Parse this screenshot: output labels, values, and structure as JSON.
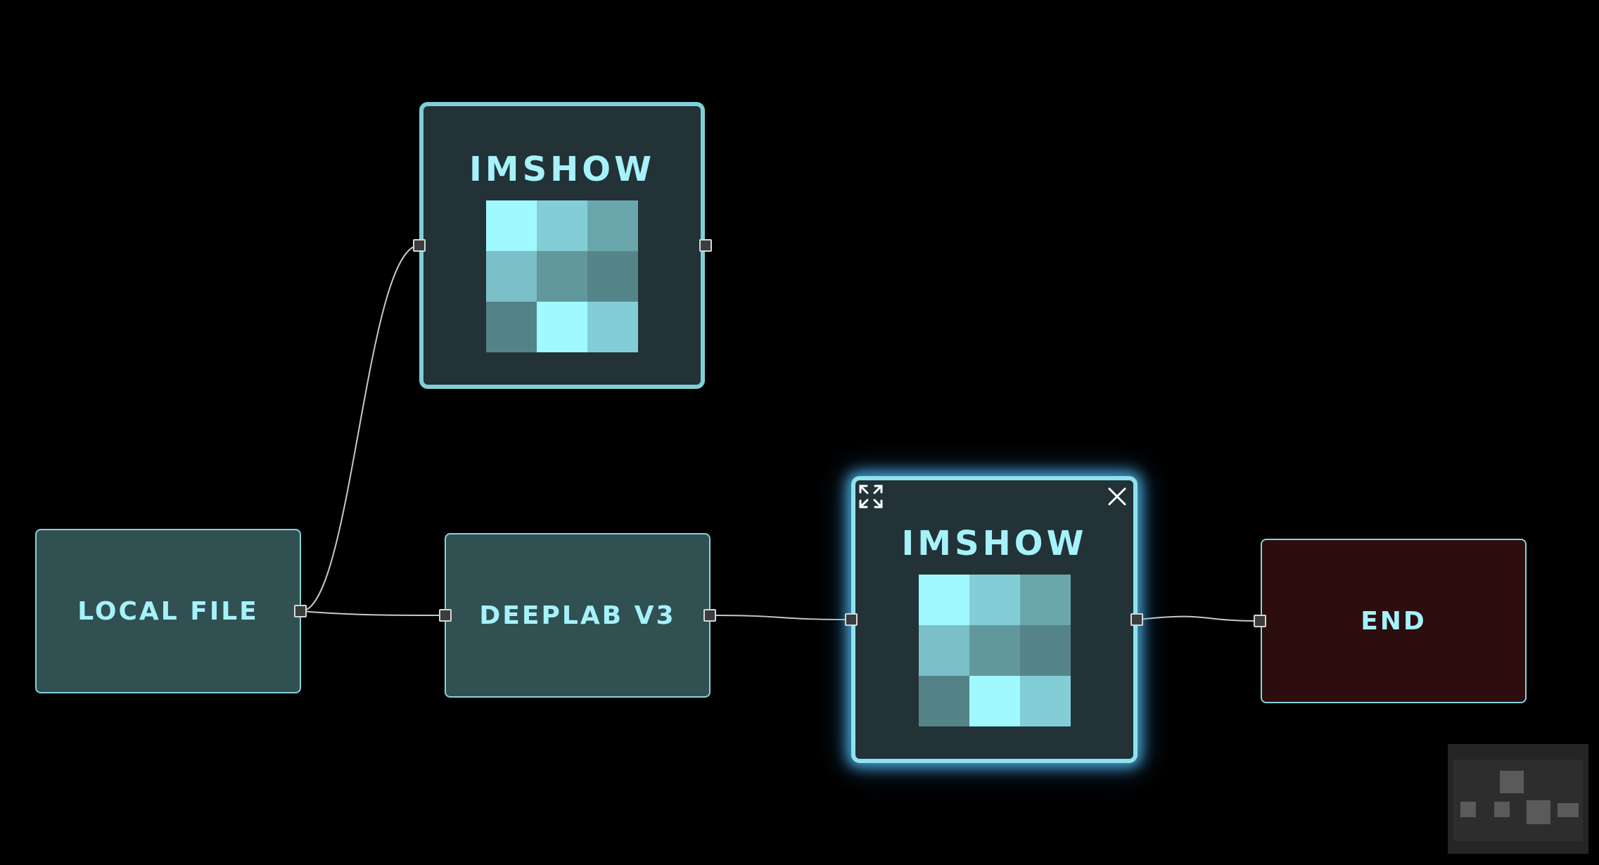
{
  "nodes": {
    "local_file": {
      "label": "LOCAL FILE"
    },
    "deeplab": {
      "label": "DEEPLAB V3"
    },
    "imshow_top": {
      "label": "IMSHOW",
      "preview_colors": [
        "#a0f9fe",
        "#83ced6",
        "#6aa7ad",
        "#7bc0c8",
        "#61989c",
        "#568589",
        "#548387",
        "#a0f9fe",
        "#83ced6"
      ]
    },
    "imshow_selected": {
      "label": "IMSHOW",
      "preview_colors": [
        "#a0f9fe",
        "#83ced6",
        "#6aa7ad",
        "#7bc0c8",
        "#61989c",
        "#568589",
        "#548387",
        "#a0f9fe",
        "#83ced6"
      ],
      "controls": {
        "expand": "expand-icon",
        "close": "close-icon"
      }
    },
    "end": {
      "label": "END"
    }
  },
  "colors": {
    "background": "#000000",
    "node_fill": "#315052",
    "end_fill": "#2c0e0e",
    "imshow_fill": "#223236",
    "accent": "#86d3dc",
    "label": "#a6f2fb",
    "selection_glow": "#5ac8ff",
    "wire": "#c8c8c8"
  }
}
